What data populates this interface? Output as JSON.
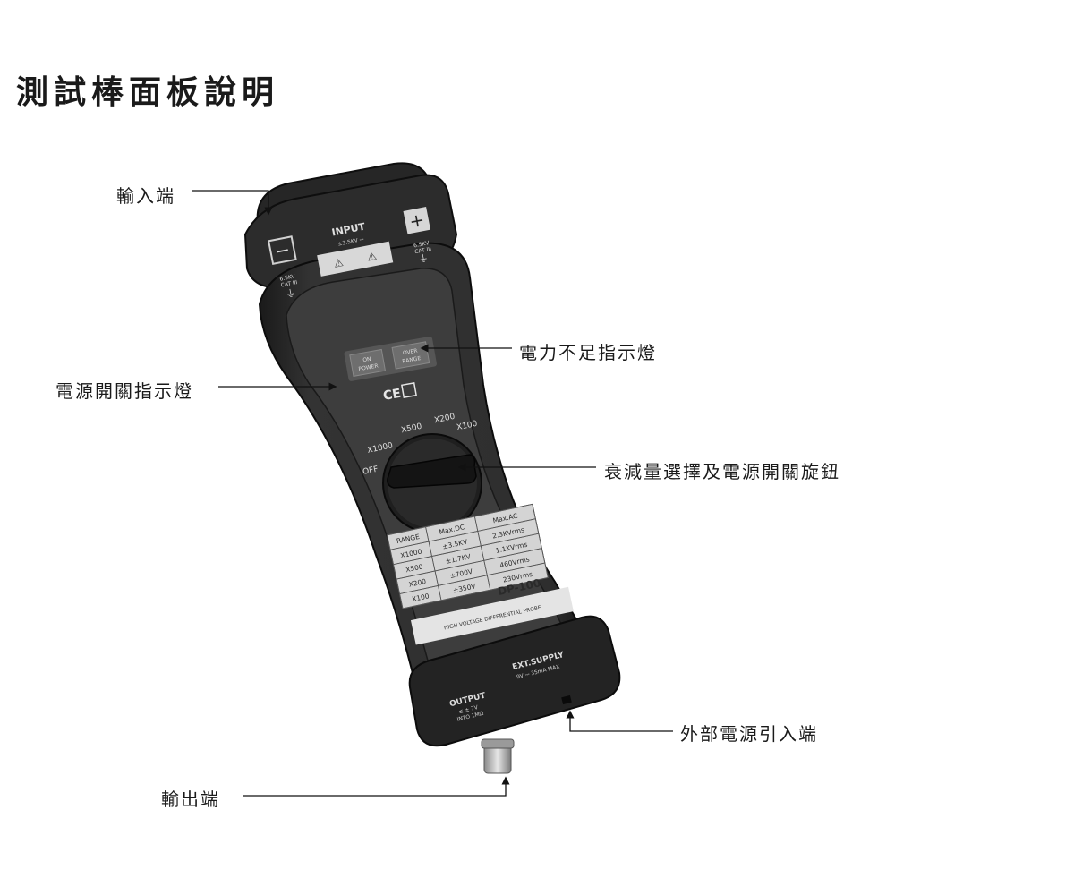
{
  "title": "測試棒面板說明",
  "callouts": {
    "input": "輸入端",
    "low_battery": "電力不足指示燈",
    "power_indicator": "電源開關指示燈",
    "knob": "衰減量選擇及電源開關旋鈕",
    "ext_supply": "外部電源引入端",
    "output": "輸出端"
  },
  "probe": {
    "input_label": "INPUT",
    "input_voltage": "±3.5KV ⎓",
    "plus": "+",
    "minus": "−",
    "cat_left_1": "6.5KV",
    "cat_left_2": "CAT III",
    "cat_right_1": "6.5KV",
    "cat_right_2": "CAT III",
    "led_on_1": "ON",
    "led_on_2": "POWER",
    "led_over_1": "OVER",
    "led_over_2": "RANGE",
    "ce_mark": "CE",
    "dial_off": "OFF",
    "dial_x1000": "X1000",
    "dial_x500": "X500",
    "dial_x200": "X200",
    "dial_x100": "X100",
    "table_headers": [
      "RANGE",
      "Max.DC",
      "Max.AC"
    ],
    "table_rows": [
      [
        "X1000",
        "±3.5KV",
        "2.3KVrms"
      ],
      [
        "X500",
        "±1.7KV",
        "1.1KVrms"
      ],
      [
        "X200",
        "±700V",
        "460Vrms"
      ],
      [
        "X100",
        "±350V",
        "230Vrms"
      ]
    ],
    "model": "DP-100",
    "description": "HIGH VOLTAGE DIFFERENTIAL PROBE",
    "output_label": "OUTPUT",
    "output_spec_1": "≤ ± 7V",
    "output_spec_2": "INTO 1MΩ",
    "ext_label": "EXT.SUPPLY",
    "ext_spec": "9V ⎓ 35mA MAX"
  },
  "colors": {
    "body": "#2b2b2b",
    "body_edge": "#111111",
    "panel": "#3c3c3c",
    "led_panel": "#5a5a5a",
    "label_strip": "#d9d9d9",
    "bnc": "#b8b8b8"
  }
}
